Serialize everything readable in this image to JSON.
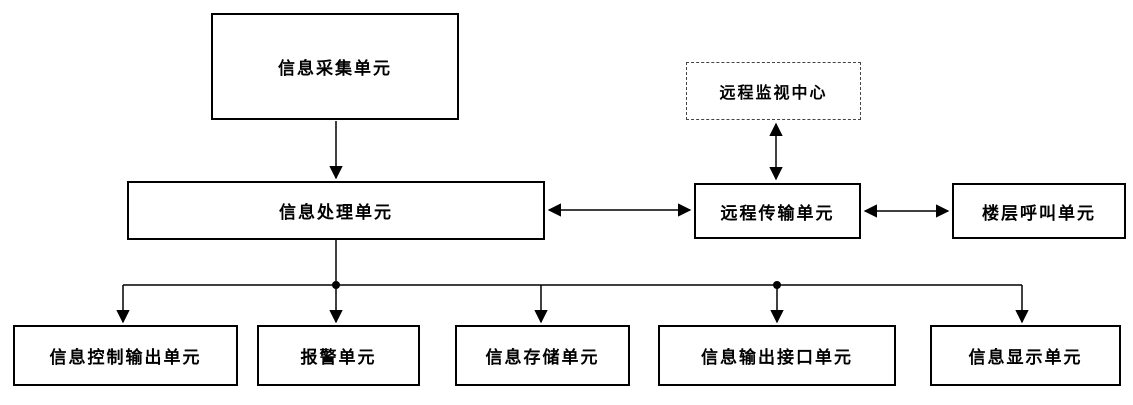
{
  "diagram_title": "elevator-information-system-block-diagram",
  "nodes": {
    "info_collection": "信息采集单元",
    "remote_monitor": "远程监视中心",
    "info_processing": "信息处理单元",
    "remote_transmission": "远程传输单元",
    "floor_call": "楼层呼叫单元",
    "info_control_output": "信息控制输出单元",
    "alarm": "报警单元",
    "info_storage": "信息存储单元",
    "info_output_interface": "信息输出接口单元",
    "info_display": "信息显示单元"
  },
  "colors": {
    "line": "#000000",
    "box_border": "#000000",
    "dashed_border": "#444444",
    "background": "#ffffff",
    "text": "#000000"
  }
}
